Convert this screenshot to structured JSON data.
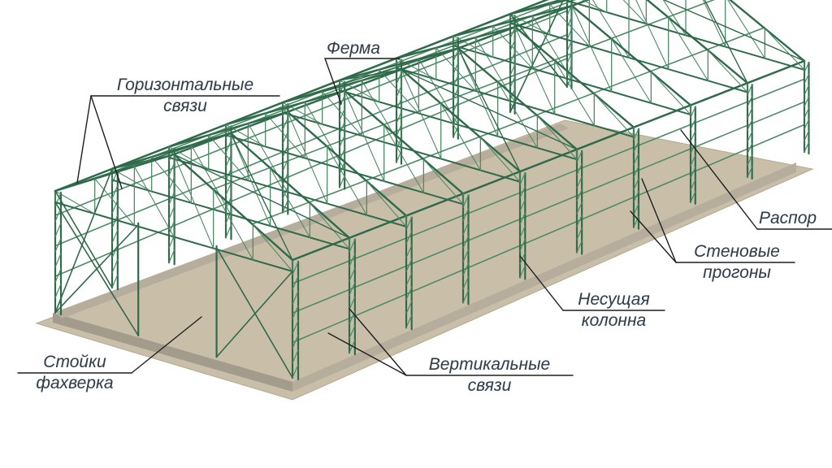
{
  "colors": {
    "frame": "#2f6a4a",
    "frame_light": "#4e8a66",
    "floor": "#c9bfa9",
    "base": "#a39b8c",
    "label": "#2f3d4d",
    "leader": "#1e1e1e"
  },
  "labels": {
    "truss": "Ферма",
    "horizontal_bracing_1": "Горизонтальные",
    "horizontal_bracing_2": "связи",
    "strut": "Распор",
    "wall_purlins_1": "Стеновые",
    "wall_purlins_2": "прогоны",
    "column_1": "Несущая",
    "column_2": "колонна",
    "vertical_bracing_1": "Вертикальные",
    "vertical_bracing_2": "связи",
    "wind_posts_1": "Стойки",
    "wind_posts_2": "фахверка"
  }
}
